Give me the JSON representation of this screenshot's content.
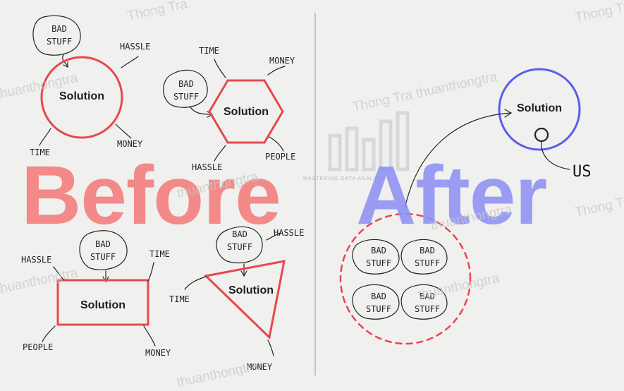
{
  "before": {
    "heading": "Before",
    "heading_color": "#f47878",
    "shape_color": "#e8474f",
    "groups": [
      {
        "shape": "circle",
        "solution": "Solution",
        "bad_stuff": [
          "BAD",
          "STUFF"
        ],
        "labels": [
          "HASSLE",
          "TIME",
          "MONEY"
        ]
      },
      {
        "shape": "hexagon",
        "solution": "Solution",
        "bad_stuff": [
          "BAD",
          "STUFF"
        ],
        "labels": [
          "TIME",
          "MONEY",
          "HASSLE",
          "PEOPLE"
        ]
      },
      {
        "shape": "rectangle",
        "solution": "Solution",
        "bad_stuff": [
          "BAD",
          "STUFF"
        ],
        "labels": [
          "HASSLE",
          "TIME",
          "PEOPLE",
          "MONEY"
        ]
      },
      {
        "shape": "triangle",
        "solution": "Solution",
        "bad_stuff": [
          "BAD",
          "STUFF"
        ],
        "labels": [
          "HASSLE",
          "TIME",
          "MONEY"
        ]
      }
    ]
  },
  "after": {
    "heading": "After",
    "heading_color": "#8c8ef6",
    "solution": "Solution",
    "solution_color": "#5b5ee8",
    "us_label": "US",
    "cluster_color": "#e8474f",
    "bad_stuff": [
      [
        "BAD",
        "STUFF"
      ],
      [
        "BAD",
        "STUFF"
      ],
      [
        "BAD",
        "STUFF"
      ],
      [
        "BAD",
        "STUFF"
      ]
    ]
  },
  "watermark": {
    "name": "Thong Tra",
    "handle": "thuanthongtra",
    "name_handle": "Thong Tra thuanthongtra",
    "logo_text": "MASTERING DATA ANALYTICS"
  }
}
